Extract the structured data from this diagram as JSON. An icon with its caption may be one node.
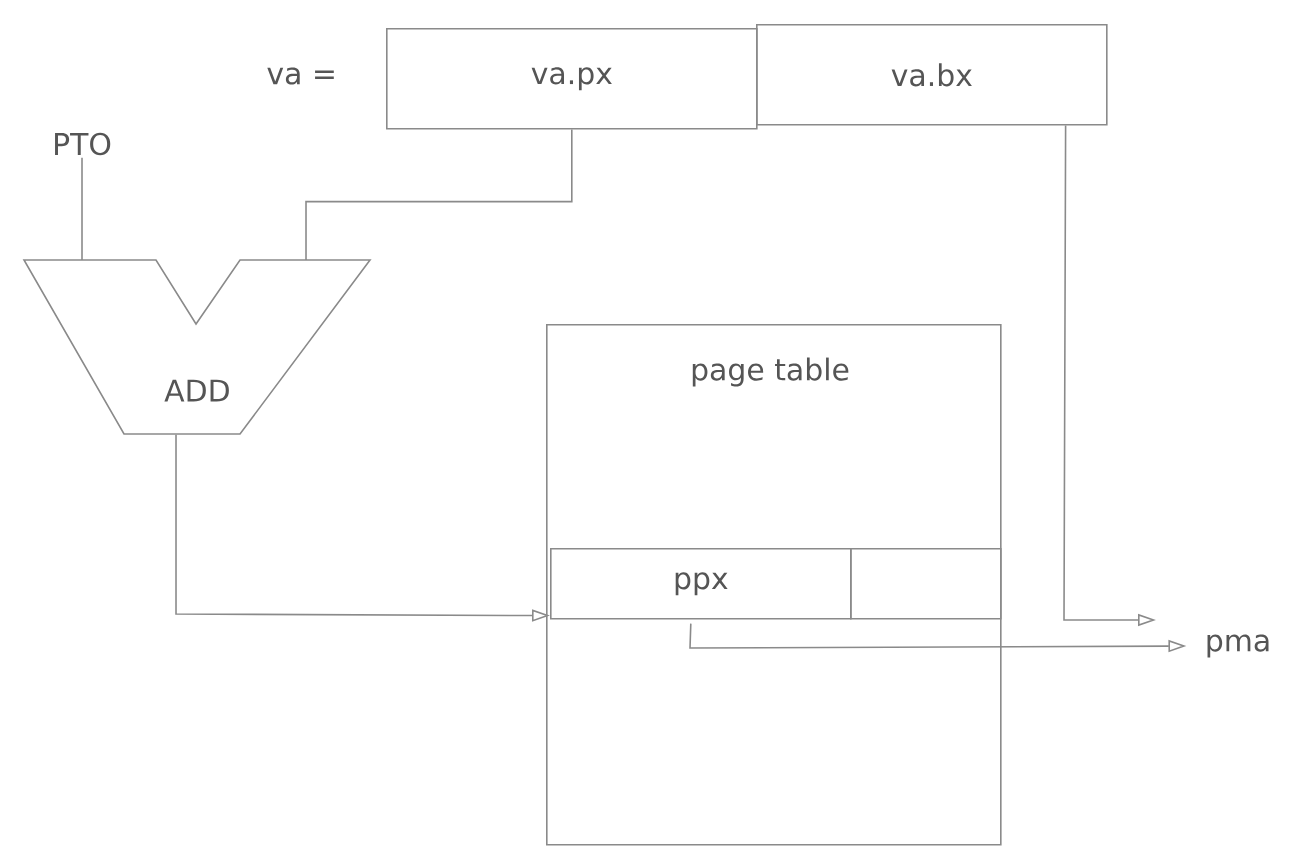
{
  "diagram": {
    "nodes": [
      {
        "text": [
          "va.px"
        ]
      },
      {
        "text": [
          "va.bx"
        ]
      },
      {
        "text": [
          "PTO"
        ]
      },
      {
        "text": [
          "ADD"
        ]
      },
      {
        "text": [
          "page table"
        ]
      },
      {
        "text": [
          "ppx"
        ],
        "in": 4
      },
      {
        "text": [],
        "shape": "box",
        "in": 4
      },
      {
        "text": [
          "pma"
        ]
      }
    ],
    "edges": [
      {
        "from": 2,
        "to": 3,
        "arrow": "none"
      },
      {
        "from": 0,
        "to": 3,
        "arrow": "none"
      },
      {
        "from": 3,
        "to": 5,
        "arrow": "to"
      },
      {
        "from": 1,
        "to": 7,
        "arrow": "to"
      },
      {
        "from": 5,
        "to": 7,
        "arrow": "to"
      }
    ],
    "labels": [
      "va ="
    ]
  }
}
